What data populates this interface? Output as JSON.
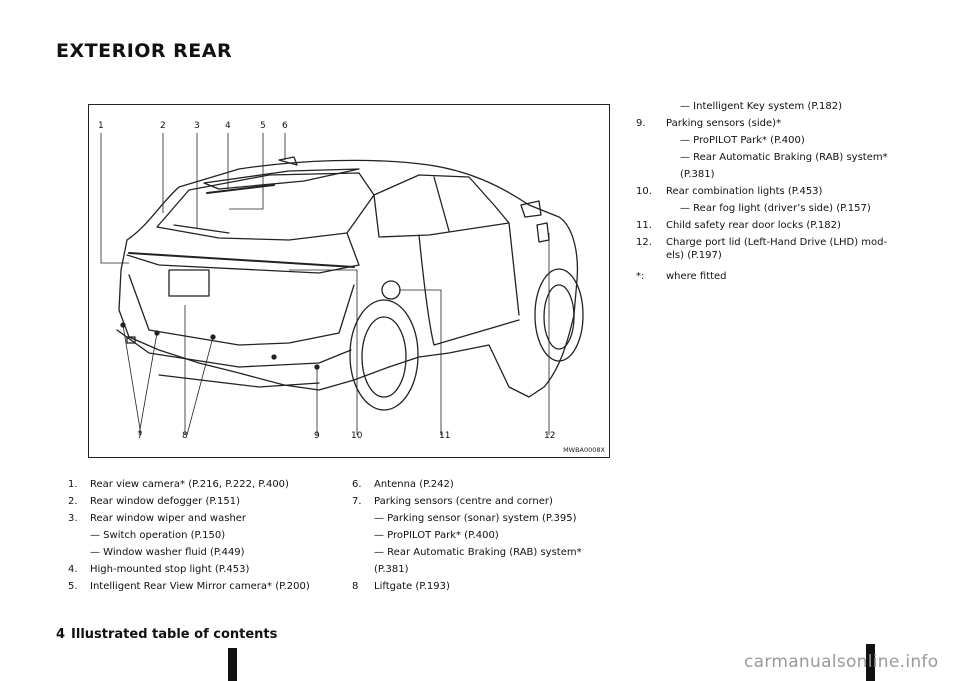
{
  "page": {
    "title": "EXTERIOR REAR",
    "page_number": "4",
    "section": "Illustrated table of contents",
    "watermark": "carmanualsonline.info"
  },
  "figure": {
    "code": "MWBA0008X",
    "callouts": [
      "1",
      "2",
      "3",
      "4",
      "5",
      "6",
      "7",
      "8",
      "9",
      "10",
      "11",
      "12"
    ]
  },
  "list_left": [
    {
      "num": "1.",
      "text": "Rear view camera* (P.216, P.222, P.400)"
    },
    {
      "num": "2.",
      "text": "Rear window defogger (P.151)"
    },
    {
      "num": "3.",
      "text": "Rear window wiper and washer"
    },
    {
      "sub": "— Switch operation (P.150)"
    },
    {
      "sub": "— Window washer fluid (P.449)"
    },
    {
      "num": "4.",
      "text": "High-mounted stop light (P.453)"
    },
    {
      "num": "5.",
      "text": "Intelligent Rear View Mirror camera* (P.200)"
    }
  ],
  "list_middle": [
    {
      "num": "6.",
      "text": "Antenna (P.242)"
    },
    {
      "num": "7.",
      "text": "Parking sensors (centre and corner)"
    },
    {
      "sub": "— Parking sensor (sonar) system (P.395)"
    },
    {
      "sub": "— ProPILOT Park* (P.400)"
    },
    {
      "sub": "— Rear Automatic Braking (RAB) system*"
    },
    {
      "sub2": "(P.381)"
    },
    {
      "num": "8",
      "text": "Liftgate (P.193)"
    }
  ],
  "list_right": [
    {
      "sub": "— Intelligent Key system (P.182)"
    },
    {
      "num": "9.",
      "text": "Parking sensors (side)*"
    },
    {
      "sub": "— ProPILOT Park* (P.400)"
    },
    {
      "sub": "— Rear Automatic Braking (RAB) system*"
    },
    {
      "sub2": "(P.381)"
    },
    {
      "num": "10.",
      "text": "Rear combination lights (P.453)"
    },
    {
      "sub": "— Rear fog light (driver’s side) (P.157)"
    },
    {
      "num": "11.",
      "text": "Child safety rear door locks (P.182)"
    },
    {
      "num": "12.",
      "text": "Charge port lid (Left-Hand Drive (LHD) mod-"
    },
    {
      "cont": "els) (P.197)"
    },
    {
      "num": "*:",
      "text": "where fitted"
    }
  ]
}
